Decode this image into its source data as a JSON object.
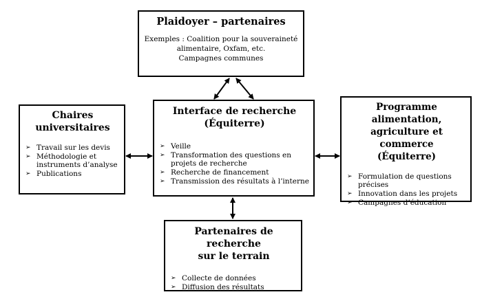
{
  "plaidoyer": {
    "title": "Plaidoyer – partenaires",
    "lines": [
      "Exemples : Coalition pour la souveraineté",
      "alimentaire, Oxfam, etc.",
      "Campagnes communes"
    ]
  },
  "chaires": {
    "title_lines": [
      "Chaires",
      "universitaires"
    ],
    "items": [
      "Travail sur les devis",
      "Méthodologie et instruments d’analyse",
      "Publications"
    ]
  },
  "interface": {
    "title_lines": [
      "Interface de recherche",
      "(Équiterre)"
    ],
    "items": [
      "Veille",
      "Transformation des questions en projets de recherche",
      "Recherche de financement",
      "Transmission des résultats à l’interne"
    ]
  },
  "programme": {
    "title_lines": [
      "Programme alimentation,",
      "agriculture et commerce",
      "(Équiterre)"
    ],
    "items": [
      "Formulation de questions précises",
      "Innovation dans les projets",
      "Campagnes d’éducation"
    ]
  },
  "terrain": {
    "title_lines": [
      "Partenaires de recherche",
      "sur le terrain"
    ],
    "items": [
      "Collecte de données",
      "Diffusion des résultats"
    ]
  },
  "bullet_glyph": "➢"
}
